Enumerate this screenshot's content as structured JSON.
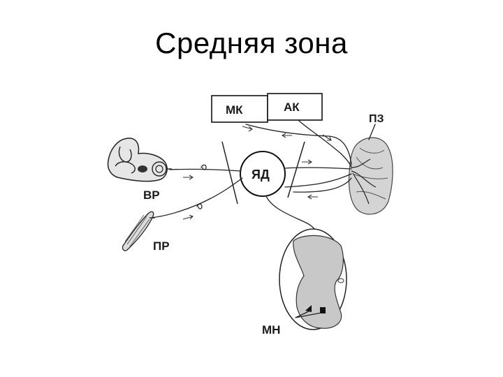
{
  "slide": {
    "title": "Средняя зона"
  },
  "diagram": {
    "labels": {
      "mk": "МК",
      "ak": "АК",
      "pz": "ПЗ",
      "yad": "ЯД",
      "vr": "ВР",
      "pr": "ПР",
      "mn": "МН"
    },
    "icons": [
      "inner-ear-icon",
      "muscle-spindle-icon",
      "cerebellum-icon",
      "spinal-cord-icon"
    ],
    "colors": {
      "line": "#222222",
      "shade": "#bfbfbf"
    }
  }
}
